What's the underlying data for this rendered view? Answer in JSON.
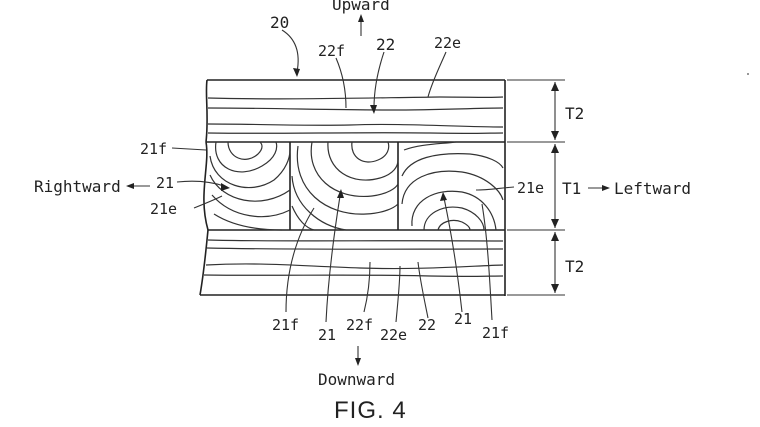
{
  "directions": {
    "upward": "Upward",
    "downward": "Downward",
    "rightward": "Rightward",
    "leftward": "Leftward"
  },
  "labels": {
    "assembly": "20",
    "top_22f": "22f",
    "top_22": "22",
    "top_22e": "22e",
    "left_21f": "21f",
    "left_21": "21",
    "left_21e": "21e",
    "right_21e": "21e",
    "bottom_21f_a": "21f",
    "bottom_21": "21",
    "bottom_22f": "22f",
    "bottom_22e": "22e",
    "bottom_22": "22",
    "bottom_21_b": "21",
    "bottom_21f_b": "21f"
  },
  "dimensions": {
    "top": "T2",
    "middle": "T1",
    "bottom": "T2"
  },
  "figure_caption": "FIG. 4"
}
